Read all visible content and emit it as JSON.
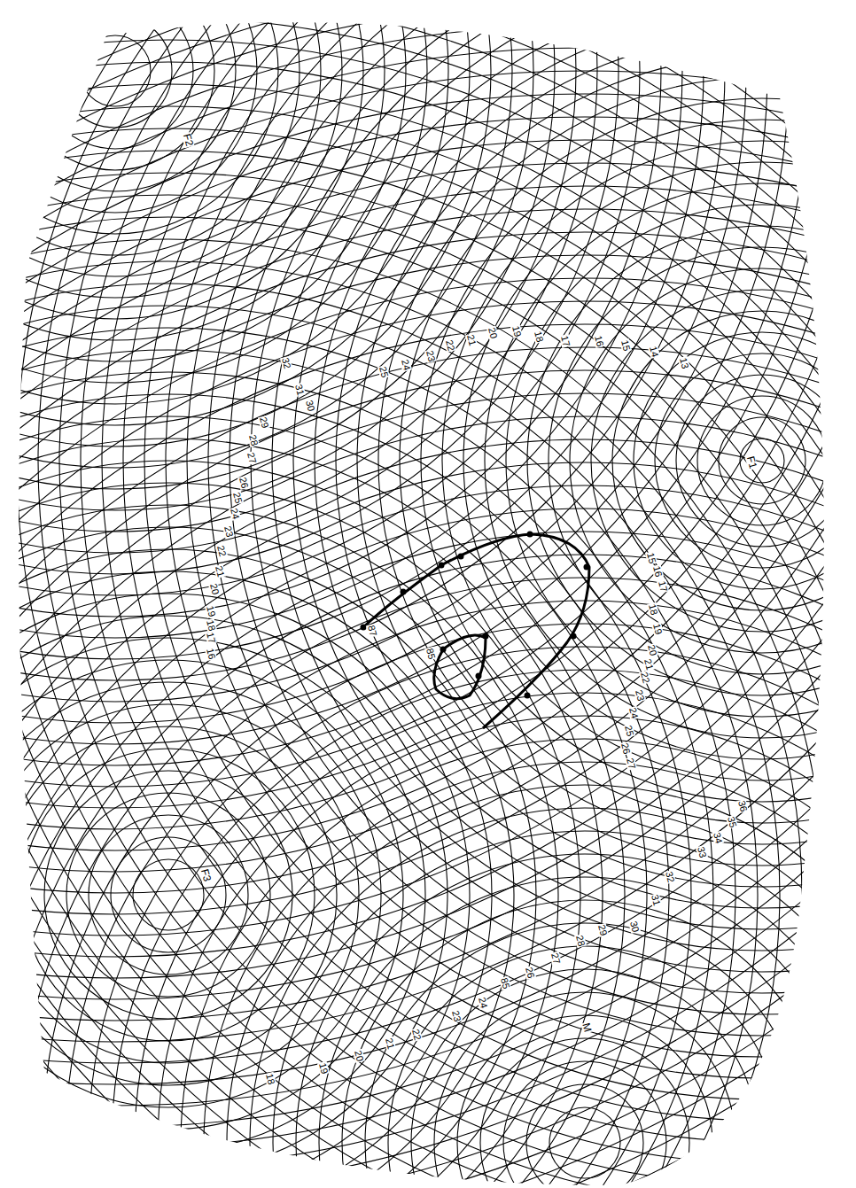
{
  "diagram": {
    "labels": [
      "F2",
      "F1",
      "F3",
      "M",
      "32",
      "31",
      "30",
      "29",
      "28",
      "27",
      "26",
      "25",
      "24",
      "23",
      "22",
      "21",
      "20",
      "19",
      "18",
      "17",
      "16",
      "25",
      "24",
      "23",
      "22",
      "21",
      "20",
      "19",
      "18",
      "17",
      "16",
      "15",
      "14",
      "13",
      "15",
      "16",
      "17",
      "18",
      "19",
      "20",
      "21",
      "22",
      "23",
      "24",
      "25",
      "26",
      "27",
      "36",
      "35",
      "34",
      "33",
      "32",
      "31",
      "30",
      "29",
      "28",
      "27",
      "26",
      "85",
      "24",
      "23",
      "22",
      "21",
      "20",
      "19",
      "18",
      "87",
      "85"
    ]
  }
}
